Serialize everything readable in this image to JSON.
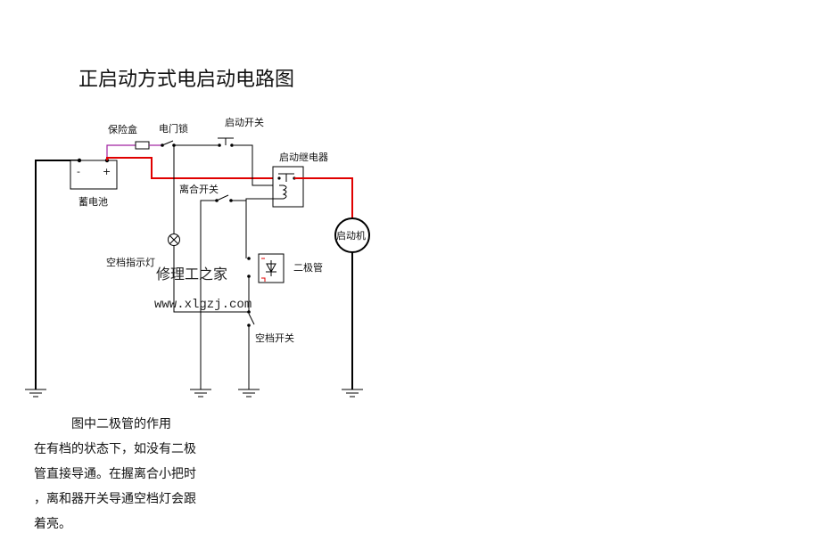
{
  "title": "正启动方式电启动电路图",
  "labels": {
    "fuse_box": "保险盒",
    "ignition_lock": "电门锁",
    "start_switch": "启动开关",
    "start_relay": "启动继电器",
    "battery": "蓄电池",
    "battery_minus": "-",
    "battery_plus": "+",
    "clutch_switch": "离合开关",
    "starter_motor": "启动机",
    "neutral_lamp": "空档指示灯",
    "diode": "二极管",
    "neutral_switch": "空档开关"
  },
  "watermark": {
    "name": "修理工之家",
    "url": "www.xlgzj.com"
  },
  "note": {
    "heading": "图中二极管的作用",
    "lines": [
      "在有档的状态下，如没有二极",
      "管直接导通。在握离合小把时",
      "，离和器开关导通空档灯会跟",
      "着亮。"
    ]
  },
  "colors": {
    "power_wire": "#e00000",
    "fuse_wire": "#a020a0",
    "wire": "#000000"
  }
}
